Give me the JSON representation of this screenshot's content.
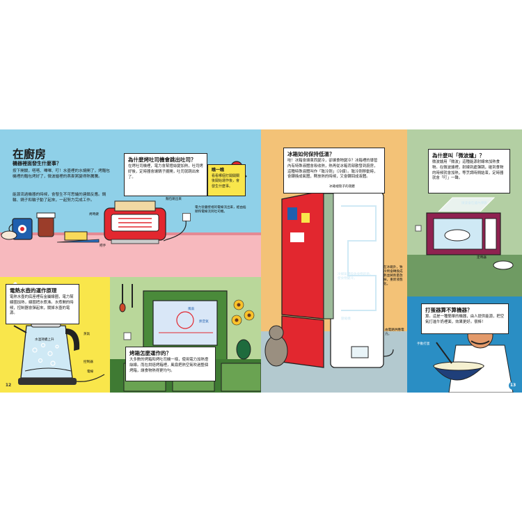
{
  "left_page": {
    "heading": "在廚房",
    "subheading": "機器裡面發生什麼事？",
    "intro_1": "按下開關，嗒嗒、嗶嗶、叮！水壺裡的水燒開了，烤麵包機裡的麵包烤好了，微波爐裡的燕麥粥變得熱騰騰。",
    "intro_2": "能源流過機器的時候，會發生不可思議的連鎖反應。鍋輪、鍋子和輪子動了起來，一起努力完成工作。",
    "toaster_box": {
      "title": "為什麼烤吐司機會跳出吐司？",
      "body": "在烤吐司機裡，電力會幫燈絲變加熱，吐司烤好後，定時器會讓鍋子擺開，吐司就跳出來了。"
    },
    "note_box": {
      "title": "瞧一瞧",
      "body": "看看哪個打開開關後開始運作後，會發生什麼事。"
    },
    "toaster_labels": {
      "heating_wire": "麵包跳出來",
      "timer": "烤時鍵",
      "lever": "把手",
      "power": "電力從牆壁裡的電線流出來，經由插頭和電線流到吐司機。"
    },
    "kettle_box": {
      "title": "電熱水壺的運作原理",
      "body": "電熱水壺的底座裡有金屬線圈，電力幫線圈加熱，線圈把水煮沸。水煮開的時候，控制器會彈起來，關掉水壺的電源。"
    },
    "kettle_labels": {
      "steam": "蒸氣",
      "bubbles": "水溫持續上升",
      "switch": "控制器",
      "coil": "電線"
    },
    "oven_box": {
      "title": "烤箱怎麼運作的？",
      "body": "大多數的烤箱和烤吐司機一樣，使用電力加熱燈絲線。而在烘焙烤箱裡，風扇把熱空氣吹過整個烤箱，讓食物熱得更均勻。"
    },
    "oven_labels": {
      "fan": "風扇",
      "heat": "熱空氣"
    },
    "page_number": "12"
  },
  "right_page": {
    "fridge_box": {
      "title": "冰箱如何保持低溫？",
      "body": "哇！冰箱會讓東西變冷，卻讓食物變冷？冰箱裡的導管內有特殊液體會吸收熱，熱再從冰箱背部散發到廚房，這種特殊液體叫作「致冷劑」（冷媒）。致冷劑移動時，會轉換成氣體，釋放熱的時候，又會轉回成液體。"
    },
    "fridge_labels": {
      "coolant": "冰箱裡管子的夜體",
      "inner_pipe": "冷媒氣體吸收食物的熱，使食物變冷。",
      "back_pipe": "在冰箱外，致冷劑會轉換成熱並將熱量放掉，重新液態化。",
      "compressor": "壓縮機",
      "plug": "由電路供應電力。"
    },
    "microwave_box": {
      "title": "為什麼叫「微波爐」？",
      "body": "微波爐用「微波」這種能源射線來加熱食物。在微波爐裡，射線到處彈跳，碰到食物的時候就會加熱，等烹調時間結束，定時器就會「叮」一聲。"
    },
    "microwave_labels": {
      "waves": "微波會在爐內彈跳",
      "timer": "定時器"
    },
    "mixer_box": {
      "title": "打蛋器算不算機器？",
      "body": "算。這是一種簡單的機器，由人提供能源，把空氣打進牛奶裡面，效果更好。很棒！"
    },
    "mixer_label": "手動打蛋",
    "page_number": "13"
  }
}
